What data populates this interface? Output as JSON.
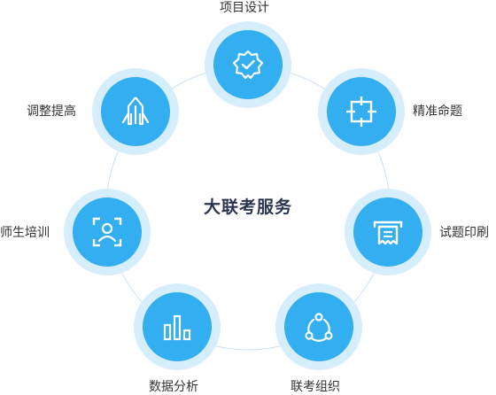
{
  "center": {
    "title": "大联考服务"
  },
  "colors": {
    "ring_outer": "#d6eefc",
    "ring_core": "#33aef0",
    "connector": "#cfe2f3",
    "title": "#2a3550",
    "label": "#333333"
  },
  "nodes": [
    {
      "id": "design",
      "label": "项目设计",
      "icon": "badge-check-icon"
    },
    {
      "id": "proposition",
      "label": "精准命题",
      "icon": "crosshair-frame-icon"
    },
    {
      "id": "printing",
      "label": "试题印刷",
      "icon": "printer-icon"
    },
    {
      "id": "organize",
      "label": "联考组织",
      "icon": "share-network-icon"
    },
    {
      "id": "analysis",
      "label": "数据分析",
      "icon": "bar-chart-icon"
    },
    {
      "id": "training",
      "label": "师生培训",
      "icon": "user-frame-icon"
    },
    {
      "id": "improve",
      "label": "调整提高",
      "icon": "rocket-icon"
    }
  ]
}
